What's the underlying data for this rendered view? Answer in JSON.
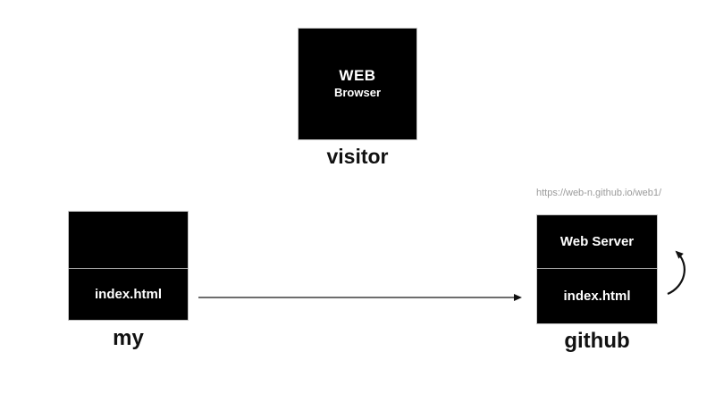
{
  "nodes": {
    "visitor": {
      "box_line1": "WEB",
      "box_line2": "Browser",
      "label": "visitor"
    },
    "my": {
      "file": "index.html",
      "label": "my"
    },
    "github": {
      "url": "https://web-n.github.io/web1/",
      "server": "Web Server",
      "file": "index.html",
      "label": "github"
    }
  },
  "icons": {
    "transfer_arrow": "right-arrow",
    "serve_loop_arrow": "curved-up-arrow"
  },
  "colors": {
    "box_bg": "#000000",
    "box_text": "#ffffff",
    "box_border": "#c6c6c6",
    "divider": "#a8a8a8",
    "label_text": "#111111",
    "url_text": "#9b9b9b",
    "arrow": "#2e2e2e"
  }
}
